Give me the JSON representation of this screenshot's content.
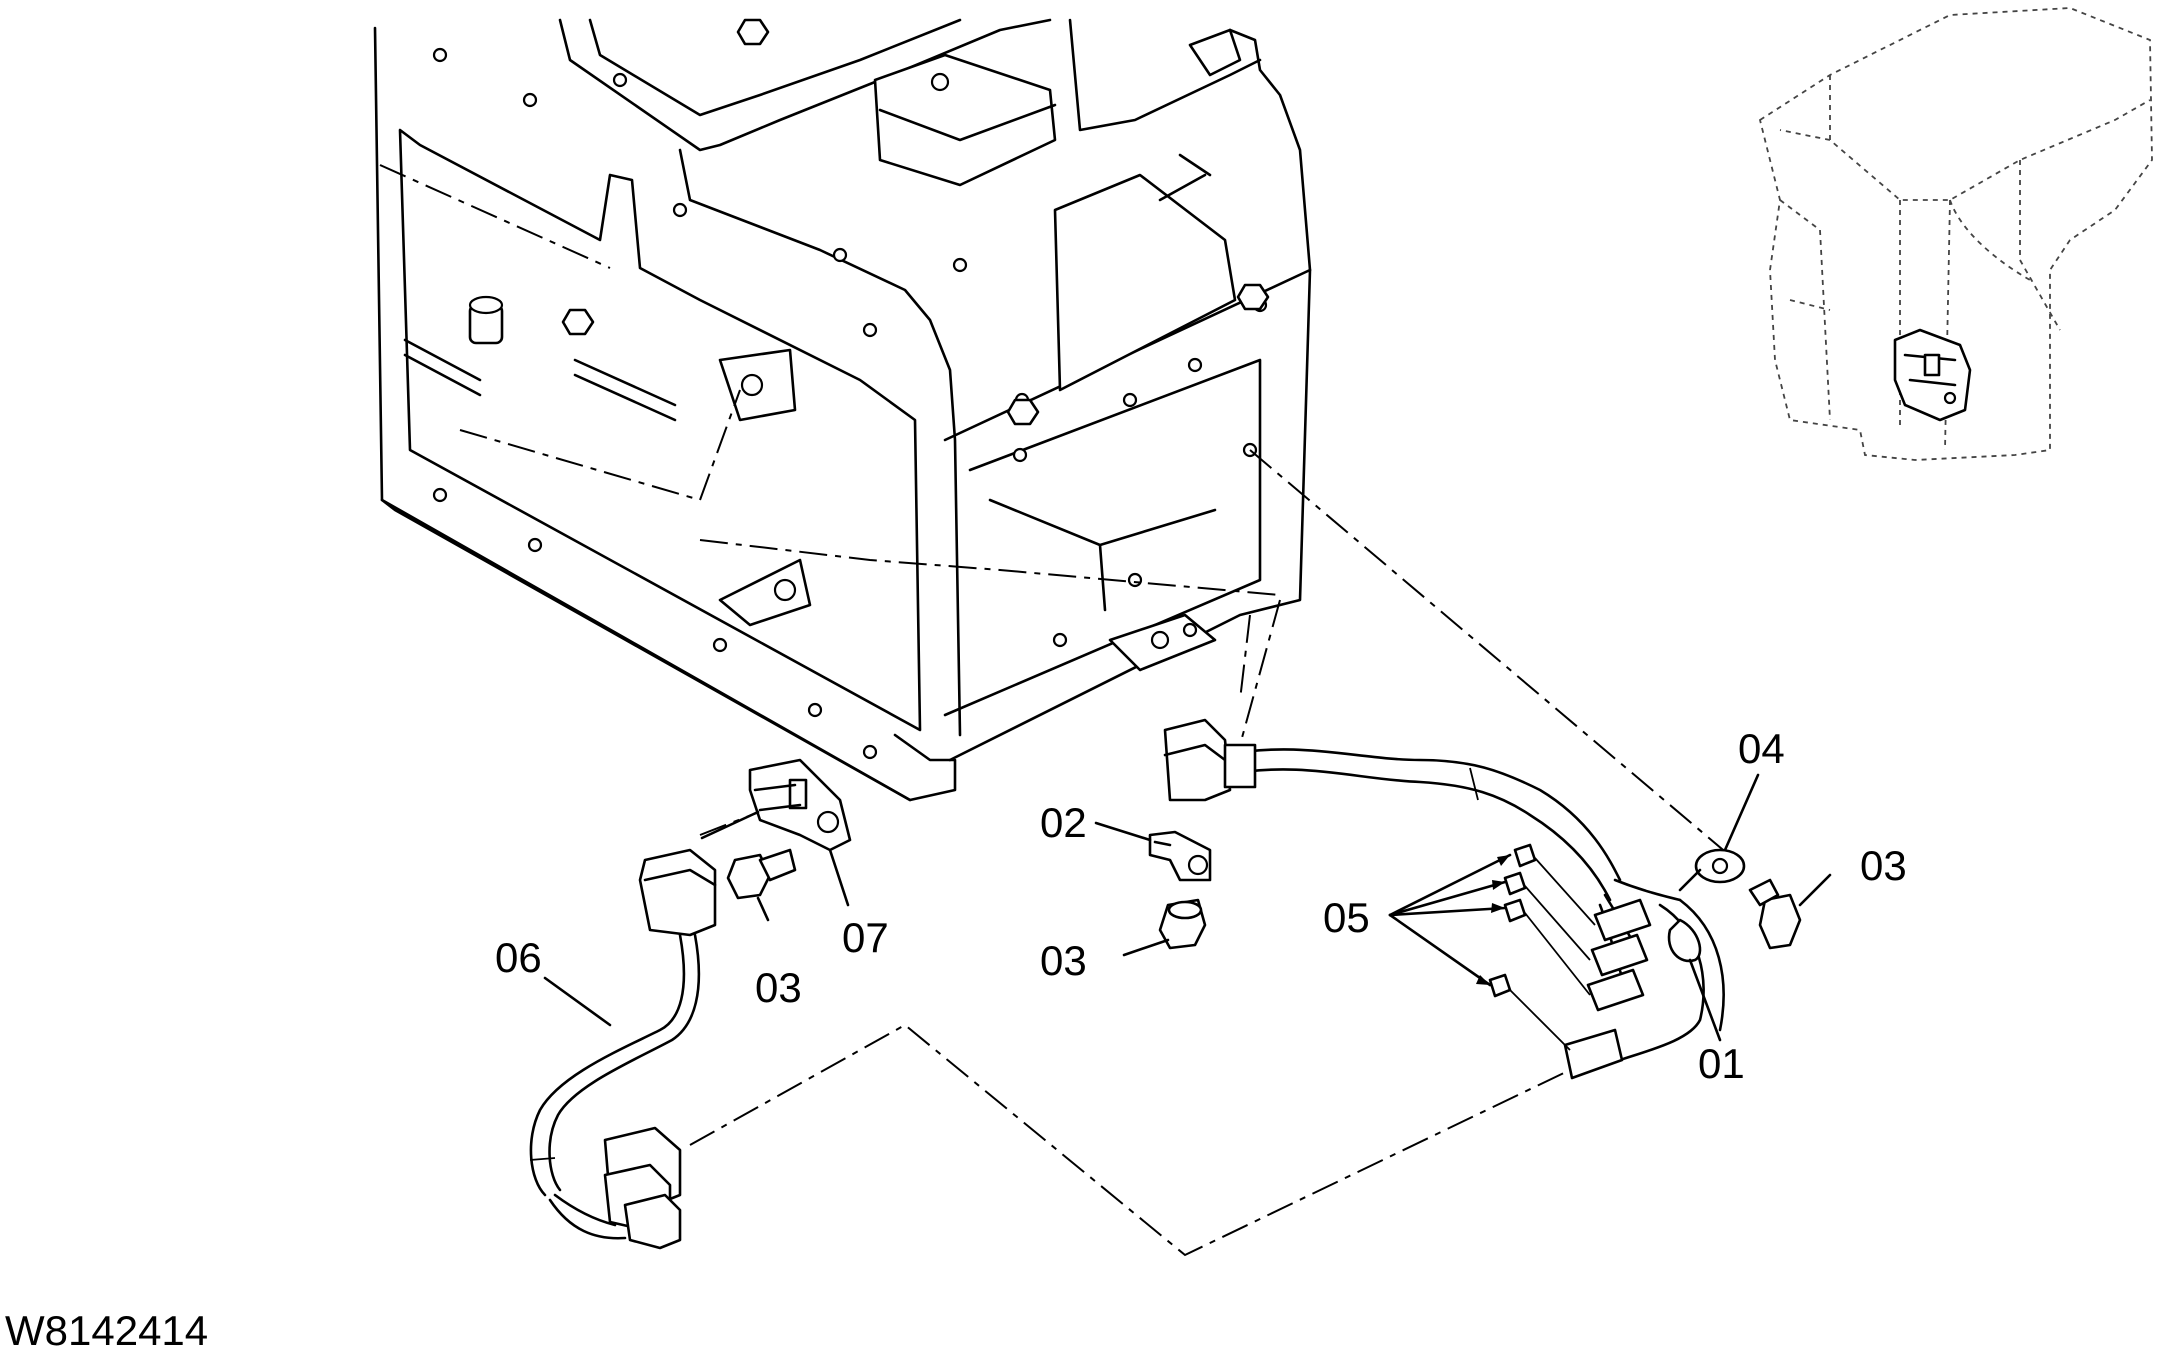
{
  "drawing_id": "W8142414",
  "callouts": {
    "c01": "01",
    "c02": "02",
    "c03a": "03",
    "c03b": "03",
    "c03c": "03",
    "c04": "04",
    "c05": "05",
    "c06": "06",
    "c07": "07"
  },
  "colors": {
    "line": "#000000",
    "background": "#ffffff"
  }
}
